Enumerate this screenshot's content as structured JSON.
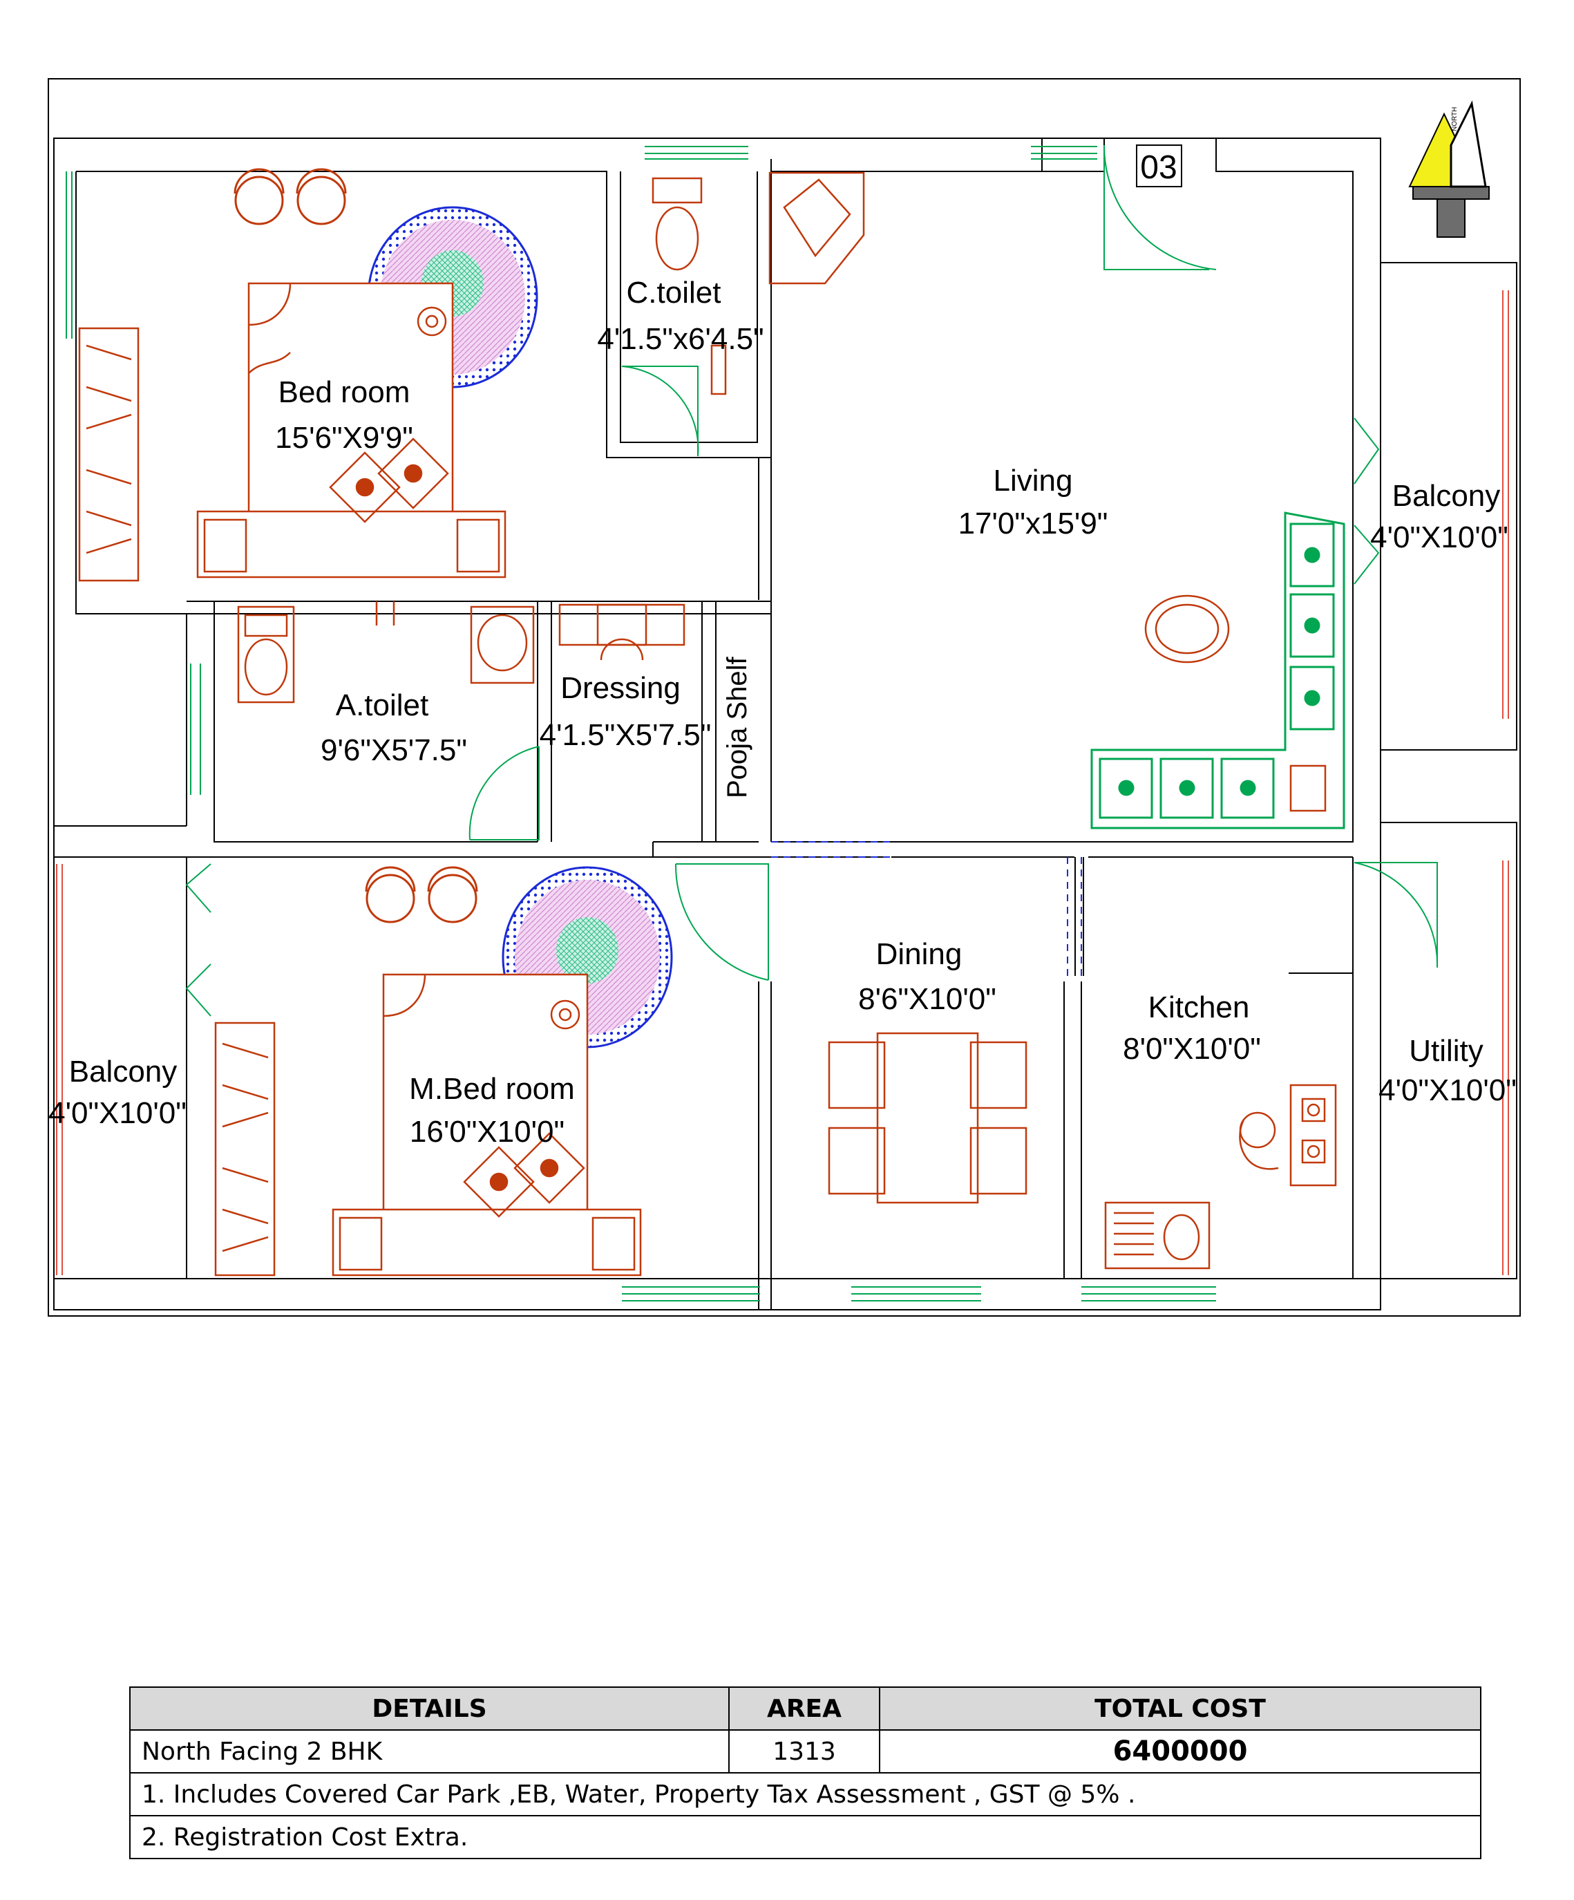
{
  "plan": {
    "flat_number": "03",
    "north_label": "NORTH",
    "rooms": {
      "bedroom": {
        "name": "Bed room",
        "size": "15'6\"X9'9\""
      },
      "c_toilet": {
        "name": "C.toilet",
        "size": "4'1.5\"x6'4.5\""
      },
      "living": {
        "name": "Living",
        "size": "17'0\"x15'9\""
      },
      "balcony_east": {
        "name": "Balcony",
        "size": "4'0\"X10'0\""
      },
      "a_toilet": {
        "name": "A.toilet",
        "size": "9'6\"X5'7.5\""
      },
      "dressing": {
        "name": "Dressing",
        "size": "4'1.5\"X5'7.5\""
      },
      "pooja": {
        "name": "Pooja Shelf"
      },
      "balcony_west": {
        "name": "Balcony",
        "size": "4'0\"X10'0\""
      },
      "master_bedroom": {
        "name": "M.Bed room",
        "size": "16'0\"X10'0\""
      },
      "dining": {
        "name": "Dining",
        "size": "8'6\"X10'0\""
      },
      "kitchen": {
        "name": "Kitchen",
        "size": "8'0\"X10'0\""
      },
      "utility": {
        "name": "Utility",
        "size": "4'0\"X10'0\""
      }
    },
    "colors": {
      "wall": "#000000",
      "furniture": "#c0390b",
      "fixture": "#00a651",
      "rug": "#1a2bd6",
      "logo_yellow": "#f2ef1a",
      "logo_grey": "#6d6d6d"
    }
  },
  "table": {
    "headers": {
      "details": "DETAILS",
      "area": "AREA",
      "total_cost": "TOTAL COST"
    },
    "row": {
      "details": "North Facing 2 BHK",
      "area": "1313",
      "total_cost": "6400000"
    },
    "notes": [
      "1. Includes Covered Car Park ,EB, Water, Property Tax Assessment , GST @ 5% .",
      "2. Registration Cost Extra."
    ]
  }
}
